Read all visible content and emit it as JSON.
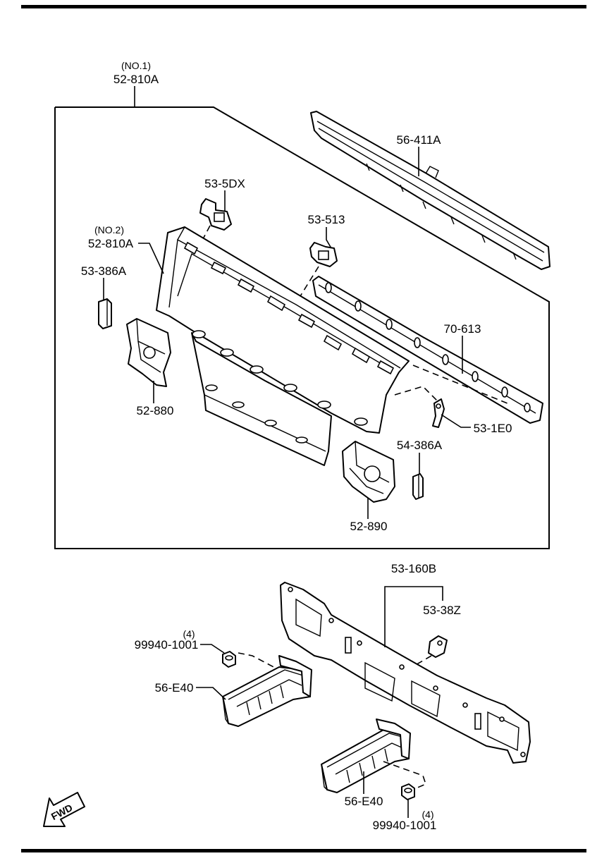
{
  "labels": {
    "no1": "(NO.1)",
    "p52_810A_1": "52-810A",
    "no2": "(NO.2)",
    "p52_810A_2": "52-810A",
    "p56_411A": "56-411A",
    "p53_5DX": "53-5DX",
    "p53_513": "53-513",
    "p53_386A": "53-386A",
    "p70_613": "70-613",
    "p52_880": "52-880",
    "p53_1E0": "53-1E0",
    "p54_386A": "54-386A",
    "p52_890": "52-890",
    "p53_160B": "53-160B",
    "p53_38Z": "53-38Z",
    "qty_upper": "(4)",
    "p99940_upper": "99940-1001",
    "p56_E40_upper": "56-E40",
    "p56_E40_lower": "56-E40",
    "qty_lower": "(4)",
    "p99940_lower": "99940-1001",
    "fwd": "FWD"
  }
}
